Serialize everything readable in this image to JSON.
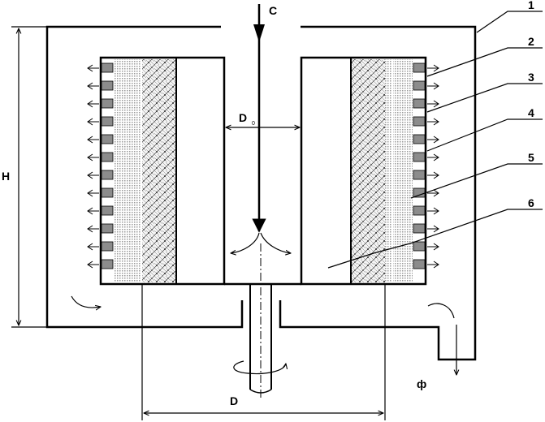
{
  "labels": {
    "inlet": "C",
    "outlet": "ф",
    "height": "H",
    "outer_diameter": "D",
    "inner_diameter": "D",
    "inner_diameter_sub": "0"
  },
  "callouts": [
    "1",
    "2",
    "3",
    "4",
    "5",
    "6"
  ],
  "colors": {
    "line": "#000000",
    "mesh": "#bdbdbd",
    "tube": "#8c8c8c",
    "background": "#ffffff"
  }
}
